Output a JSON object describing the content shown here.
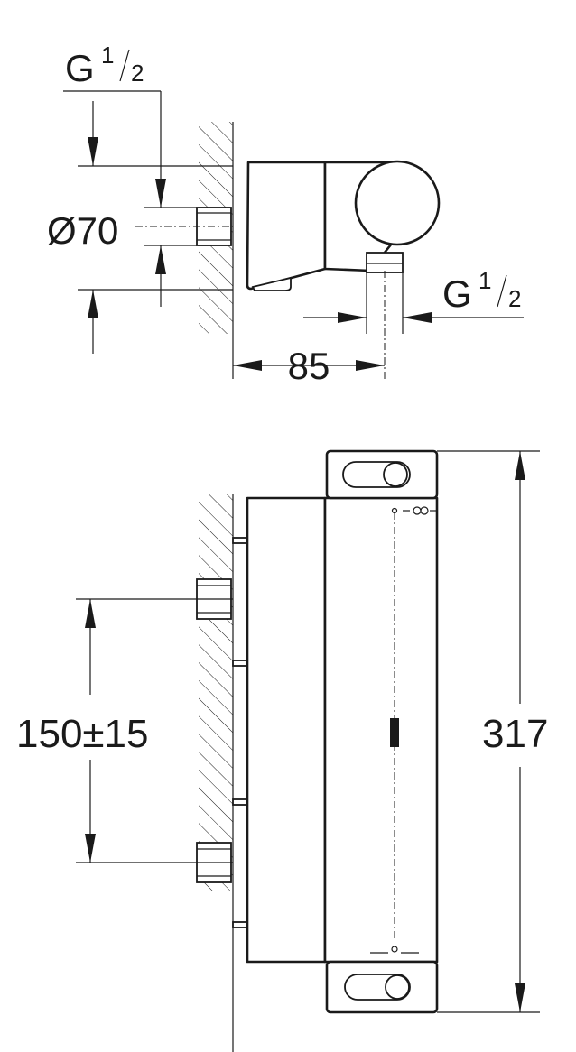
{
  "top_view": {
    "thread_inlet": {
      "base": "G",
      "num": "1",
      "den": "2"
    },
    "diameter": "Ø70",
    "thread_outlet": {
      "base": "G",
      "num": "1",
      "den": "2"
    },
    "depth": "85"
  },
  "front_view": {
    "spacing": "150±15",
    "height": "317"
  }
}
